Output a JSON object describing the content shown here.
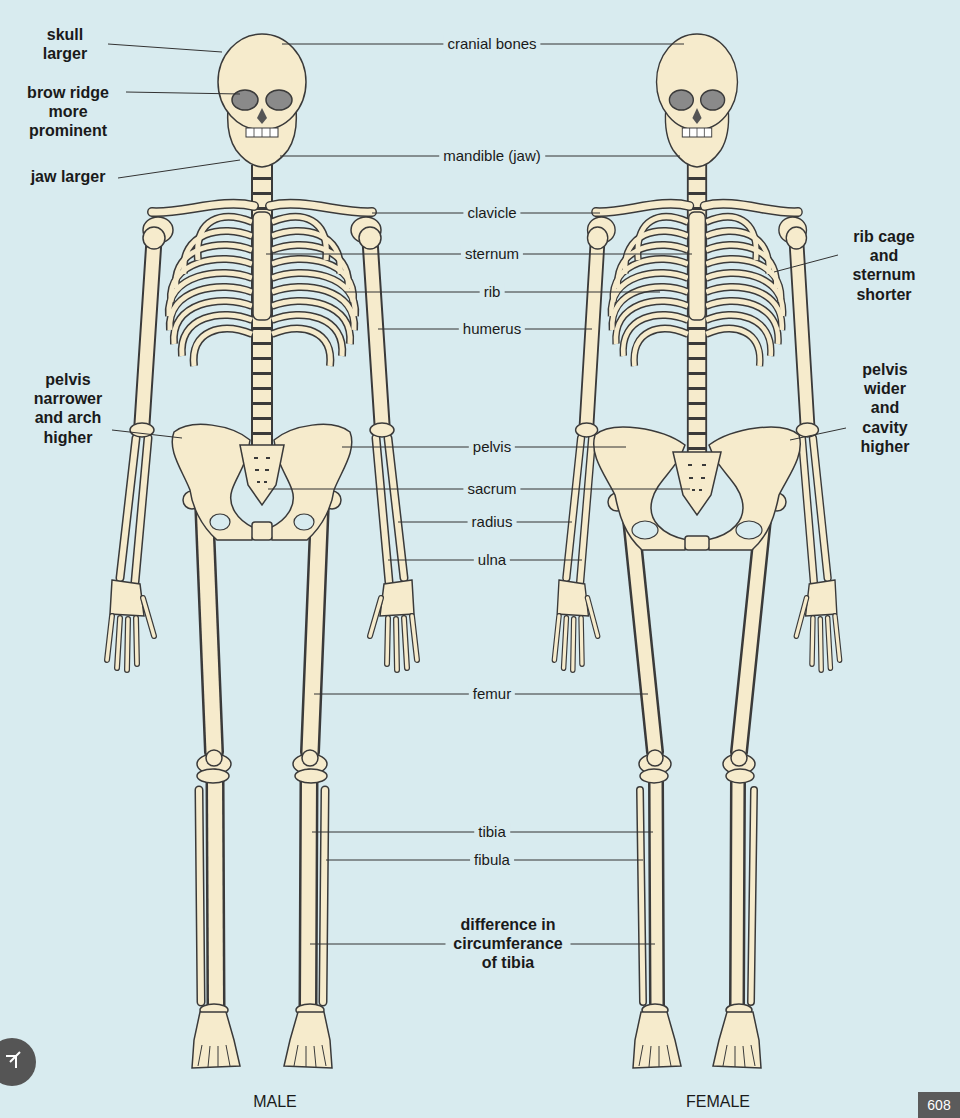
{
  "diagram": {
    "labels": [
      "skull larger",
      "cranial bones",
      "brow ridge more prominent",
      "mandible (jaw)",
      "jaw larger",
      "clavicle",
      "rib cage and sternum shorter",
      "sternum",
      "rib",
      "humerus",
      "pelvis narrower and arch higher",
      "pelvis",
      "pelvis wider and cavity higher",
      "sacrum",
      "radius",
      "ulna",
      "femur",
      "tibia",
      "fibula",
      "difference in circumferance of tibia",
      "MALE",
      "FEMALE",
      "608"
    ]
  }
}
